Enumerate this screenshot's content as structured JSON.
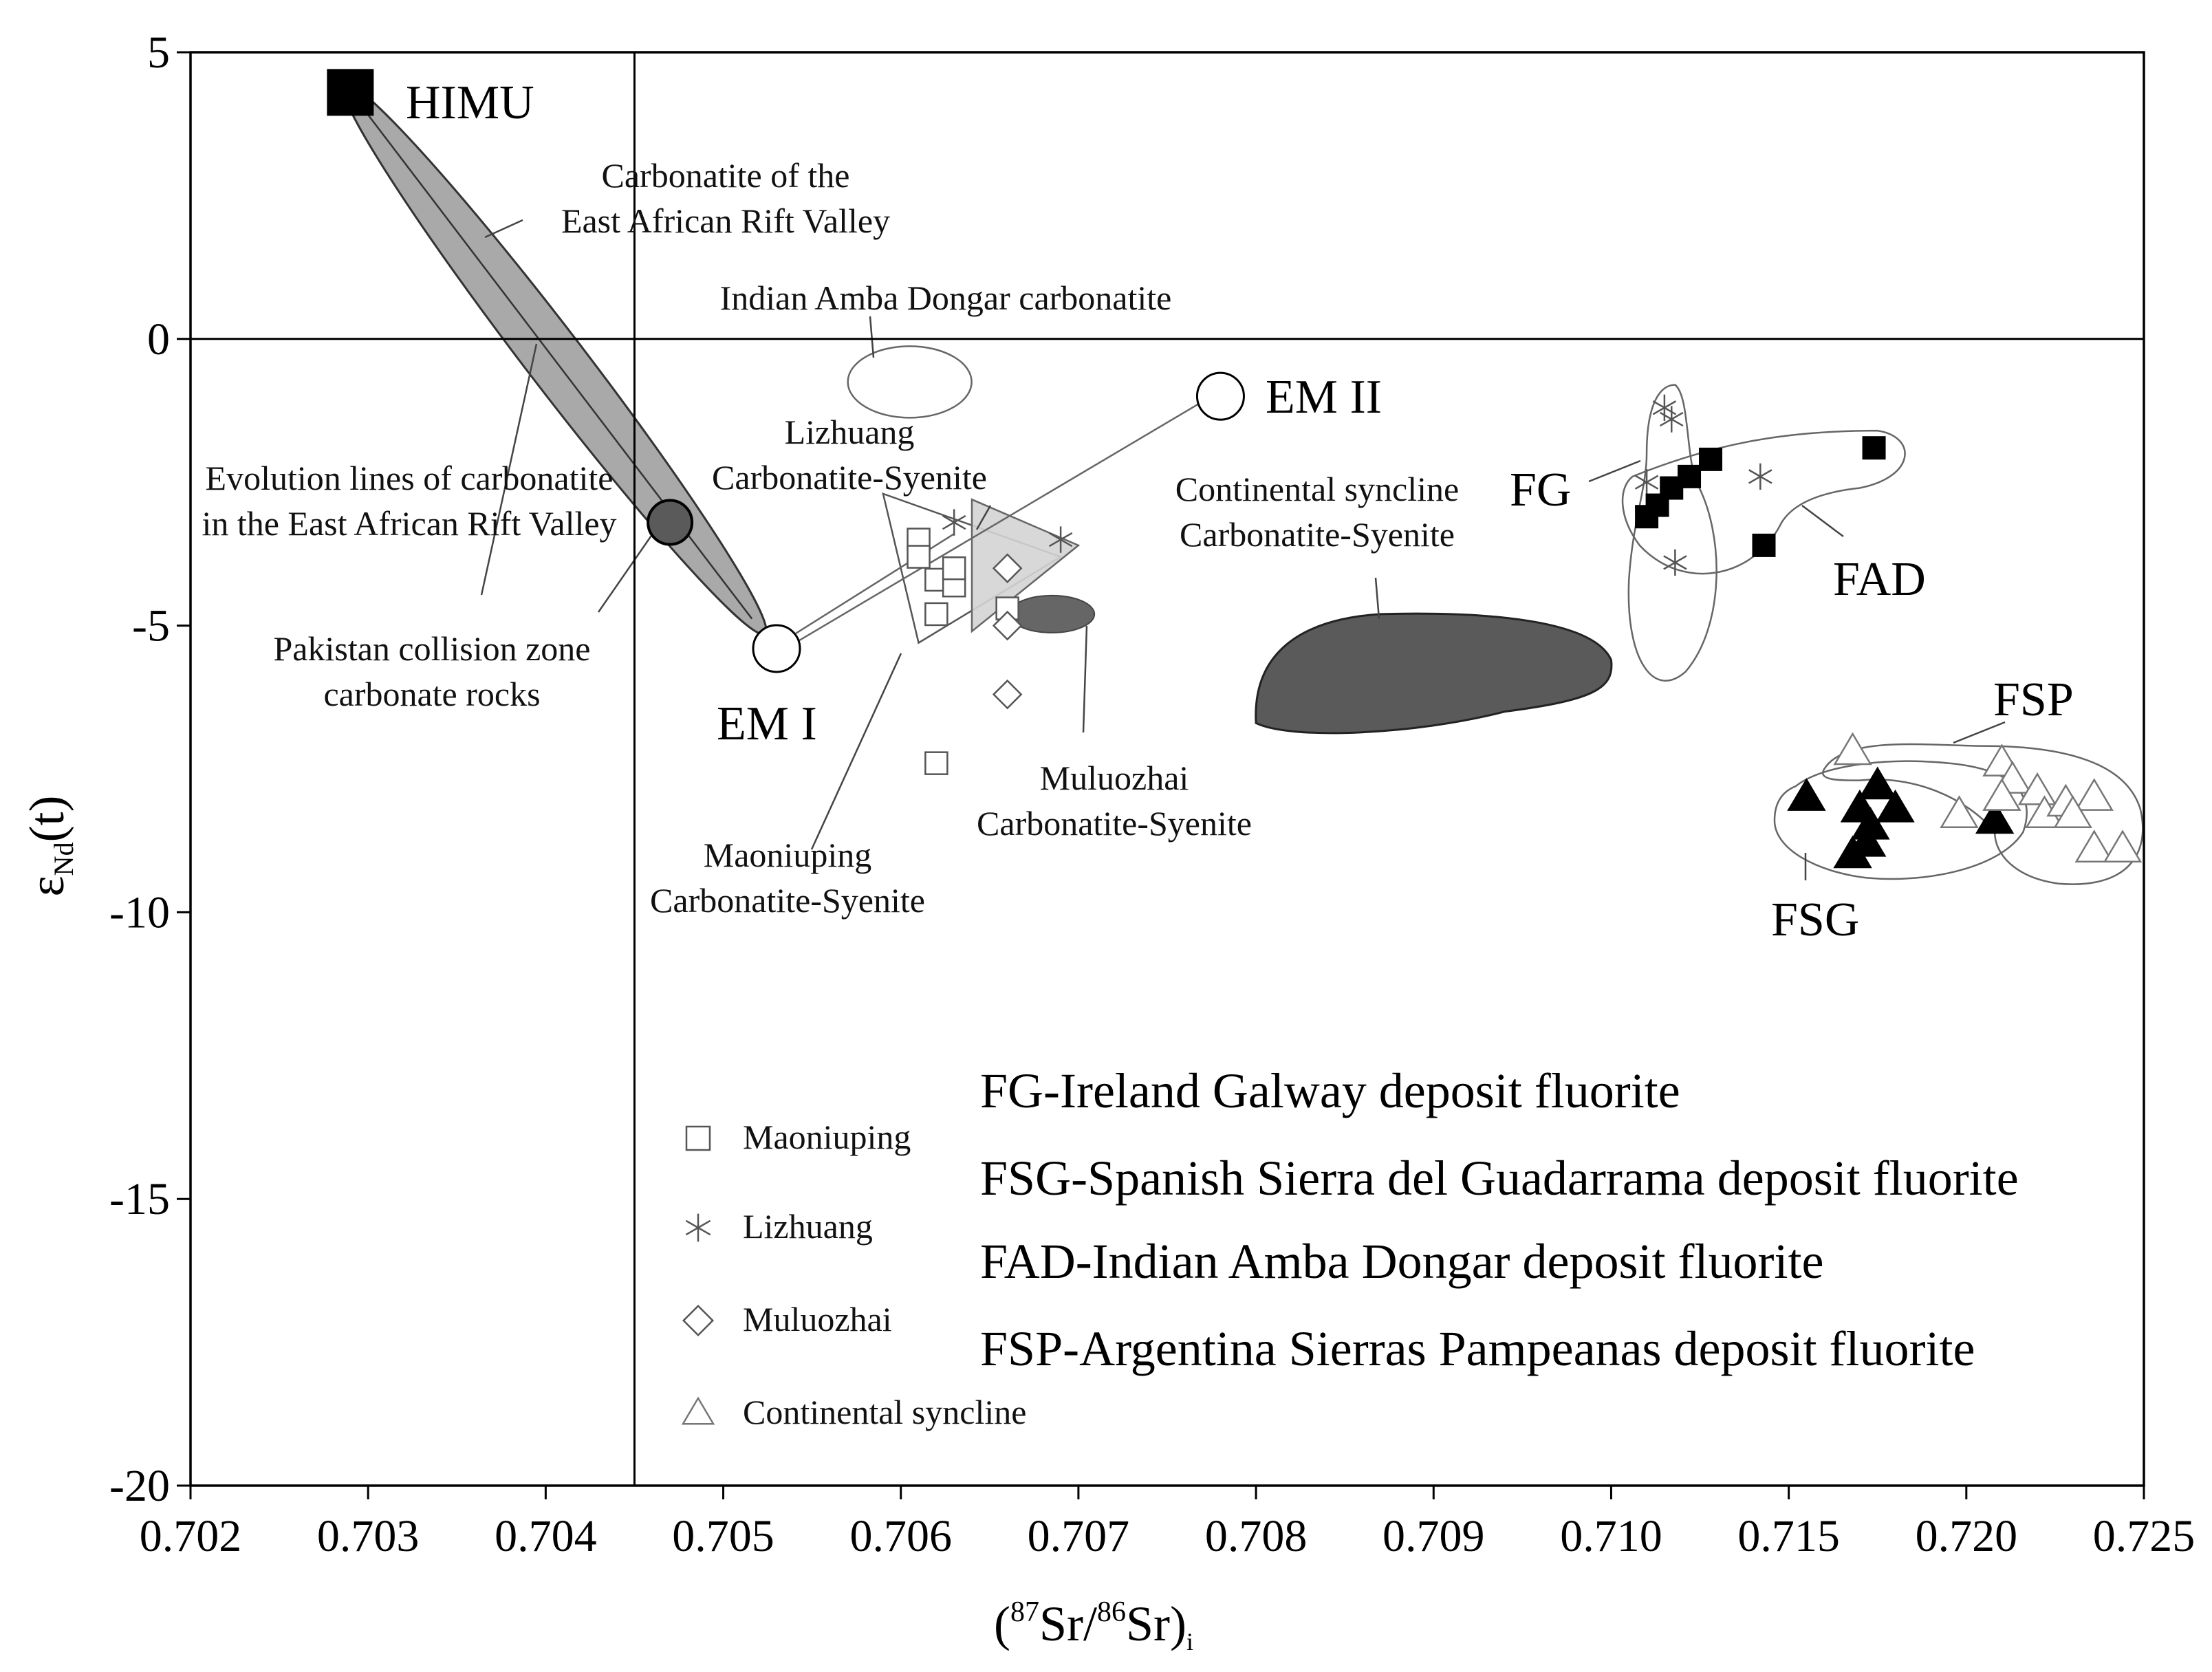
{
  "chart_data": {
    "type": "scatter",
    "xlabel": {
      "open": "(",
      "sup1": "87",
      "mid": "Sr/",
      "sup2": "86",
      "tail": "Sr)",
      "sub": "i"
    },
    "ylabel": {
      "main": "ε",
      "sub": "Nd",
      "tail": "(t)"
    },
    "x_ticks": [
      "0.702",
      "0.703",
      "0.704",
      "0.705",
      "0.706",
      "0.707",
      "0.708",
      "0.709",
      "0.710",
      "0.715",
      "0.720",
      "0.725"
    ],
    "y_ticks": [
      "5",
      "0",
      "-5",
      "-10",
      "-15",
      "-20"
    ],
    "ylim": [
      -20,
      5
    ],
    "reference_lines": {
      "x": "0.7045",
      "y": 0
    },
    "end_members": [
      {
        "name": "HIMU",
        "x": "0.7029",
        "y": 4.3,
        "marker": "filled-square"
      },
      {
        "name": "EM I",
        "x": "0.7053",
        "y": -5.4,
        "marker": "open-circle"
      },
      {
        "name": "EM II",
        "x": "0.7078",
        "y": -1.0,
        "marker": "open-circle"
      }
    ],
    "annotations": {
      "east_african_line1": "Carbonatite of the",
      "east_african_line2": "East African Rift Valley",
      "amba_dongar": "Indian Amba Dongar carbonatite",
      "lizhuang_line1": "Lizhuang",
      "lizhuang_line2": "Carbonatite-Syenite",
      "evolution_line1": "Evolution lines of carbonatite",
      "evolution_line2": "in the East African Rift Valley",
      "pakistan_line1": "Pakistan collision zone",
      "pakistan_line2": "carbonate rocks",
      "continental_line1": "Continental syncline",
      "continental_line2": "Carbonatite-Syenite",
      "muluozhai_line1": "Muluozhai",
      "muluozhai_line2": "Carbonatite-Syenite",
      "maoniuping_line1": "Maoniuping",
      "maoniuping_line2": "Carbonatite-Syenite",
      "fg": "FG",
      "fad": "FAD",
      "fsp": "FSP",
      "fsg": "FSG"
    },
    "series": [
      {
        "name": "Maoniuping",
        "marker": "open-square",
        "points": [
          [
            "0.7061",
            -3.5
          ],
          [
            "0.7061",
            -3.8
          ],
          [
            "0.7062",
            -4.2
          ],
          [
            "0.7062",
            -4.8
          ],
          [
            "0.7063",
            -4.3
          ],
          [
            "0.7063",
            -4.0
          ],
          [
            "0.7066",
            -4.7
          ],
          [
            "0.7062",
            -7.4
          ]
        ]
      },
      {
        "name": "Lizhuang",
        "marker": "asterisk",
        "points": [
          [
            "0.7063",
            -3.2
          ],
          [
            "0.7069",
            -3.5
          ]
        ]
      },
      {
        "name": "Muluozhai",
        "marker": "open-diamond",
        "points": [
          [
            "0.7066",
            -4.0
          ],
          [
            "0.7066",
            -5.0
          ],
          [
            "0.7066",
            -6.2
          ]
        ]
      },
      {
        "name": "FG",
        "marker": "asterisk",
        "points": [
          [
            "0.7115",
            -1.2
          ],
          [
            "0.7117",
            -1.4
          ],
          [
            "0.7110",
            -2.5
          ],
          [
            "0.7118",
            -3.9
          ],
          [
            "0.7142",
            -2.4
          ]
        ]
      },
      {
        "name": "FAD",
        "marker": "filled-square",
        "points": [
          [
            "0.7128",
            -2.1
          ],
          [
            "0.7122",
            -2.4
          ],
          [
            "0.7117",
            -2.6
          ],
          [
            "0.7113",
            -2.9
          ],
          [
            "0.7110",
            -3.1
          ],
          [
            "0.7143",
            -3.6
          ],
          [
            "0.7174",
            -1.9
          ]
        ]
      },
      {
        "name": "FSG",
        "marker": "filled-triangle",
        "points": [
          [
            "0.7155",
            -8.0
          ],
          [
            "0.7170",
            -8.2
          ],
          [
            "0.7175",
            -7.8
          ],
          [
            "0.7180",
            -8.2
          ],
          [
            "0.7173",
            -8.5
          ],
          [
            "0.7172",
            -8.8
          ],
          [
            "0.7168",
            -9.0
          ],
          [
            "0.7208",
            -8.4
          ]
        ]
      },
      {
        "name": "FSP",
        "marker": "open-triangle",
        "points": [
          [
            "0.7168",
            -7.2
          ],
          [
            "0.7198",
            -8.3
          ],
          [
            "0.7210",
            -7.4
          ],
          [
            "0.7213",
            -7.7
          ],
          [
            "0.7210",
            -8.0
          ],
          [
            "0.7220",
            -7.9
          ],
          [
            "0.7222",
            -8.3
          ],
          [
            "0.7228",
            -8.1
          ],
          [
            "0.7236",
            -8.0
          ],
          [
            "0.7230",
            -8.3
          ],
          [
            "0.7236",
            -8.9
          ],
          [
            "0.7244",
            -8.9
          ]
        ]
      }
    ],
    "legend": [
      {
        "marker": "open-square",
        "label": "Maoniuping"
      },
      {
        "marker": "asterisk",
        "label": "Lizhuang"
      },
      {
        "marker": "open-diamond",
        "label": "Muluozhai"
      },
      {
        "marker": "open-triangle",
        "label": "Continental syncline"
      }
    ],
    "legend_text": [
      "FG-Ireland Galway  deposit fluorite",
      "FSG-Spanish  Sierra del Guadarrama deposit fluorite",
      "FAD-Indian  Amba Dongar deposit  fluorite",
      "FSP-Argentina  Sierras Pampeanas deposit fluorite"
    ],
    "legend_placement": "bottom-center"
  }
}
